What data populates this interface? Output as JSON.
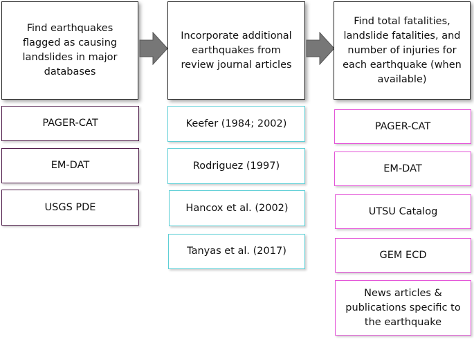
{
  "columns": [
    {
      "header": "Find earthquakes flagged as causing landslides in major databases",
      "items": [
        "PAGER-CAT",
        "EM-DAT",
        "USGS PDE"
      ]
    },
    {
      "header": "Incorporate additional earthquakes from review journal articles",
      "items": [
        "Keefer (1984; 2002)",
        "Rodriguez (1997)",
        "Hancox et al. (2002)",
        "Tanyas et al. (2017)"
      ]
    },
    {
      "header": "Find total fatalities, landslide fatalities, and number of injuries for each earthquake (when available)",
      "items": [
        "PAGER-CAT",
        "EM-DAT",
        "UTSU Catalog",
        "GEM ECD",
        "News articles & publications specific to the earthquake"
      ]
    }
  ],
  "colors": {
    "purple": "#4a1545",
    "teal": "#5ecfd6",
    "pink": "#e455d8",
    "arrow": "#777777"
  }
}
